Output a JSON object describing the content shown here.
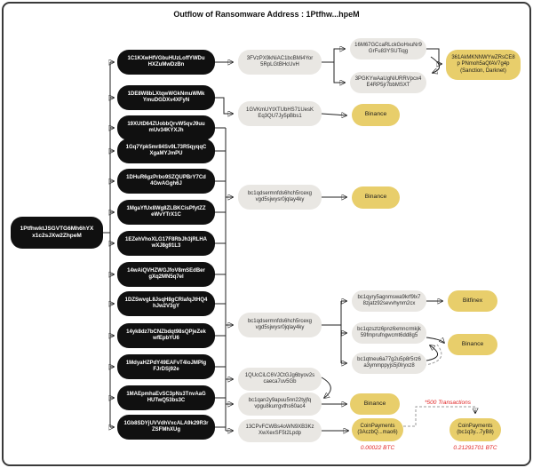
{
  "title": "Outflow of Ransomware Address : 1Ptfhw...hpeM",
  "colors": {
    "node_black": "#101010",
    "node_gray": "#e9e7e3",
    "node_yellow": "#e8ce6b",
    "alert_red": "#e02424"
  },
  "root": {
    "label": "1PtfhwktJSGVTG6Mh6hYX x1c2sJXw2ZhpeM"
  },
  "black_nodes": [
    {
      "label": "1C1KXwHfVGbuHUzLoffYWDu HXZuMwDzBn"
    },
    {
      "label": "1DE8W8bLXtqwWGkNmuWMk YmuDGDXv4XFyN"
    },
    {
      "label": "19XUtD64ZUobbQrvW5qvJ9uu mUv34KYXJh"
    },
    {
      "label": "1Gq7Ypk5mr84Sv9L73R5qyqqC XgaMYJmPU"
    },
    {
      "label": "1DHuR6gzPrbo9SZQUPBrY7Cd 4GwAGgh6J"
    },
    {
      "label": "1MgaYfUx8Wg8ZLBKCisPfytZZ eWvYTrX1C"
    },
    {
      "label": "1EZehVhoXLG17F8RbJh3jRLHA wXJ8g91L3"
    },
    {
      "label": "14wAiQVHZWGJfoV8mSEdBer gXq2MN5q7el"
    },
    {
      "label": "1DZSwvgL8JsqH8gCRlafqJtHQ4 hJw2V3gY"
    },
    {
      "label": "14yk8dz7bCNZbdqt98sQPjeZek wfEpbYU6"
    },
    {
      "label": "1MdyaHZPdY49EAFvT4loJMPlg FJrDSj92e"
    },
    {
      "label": "1MAEpmhaEvSC3pNs3TnvAaG HUTwQ53bs3C"
    },
    {
      "label": "1Gb8SDYjUVVdhVxcALA9k29R3r ZSFMhXUg"
    }
  ],
  "mid_nodes": [
    {
      "label": "3FVzPX9kNiAC1bcBMi4Yor 5RpLGtBHcUvH"
    },
    {
      "label": "1GVKmUYtXTUbHS71UesK Eq3QU7Jy5pBbs1"
    },
    {
      "label": "bc1qdsermnfds6hch5rcexg vgd5sjwysr0jqlay4ky"
    },
    {
      "label": "bc1qdsermnfds6hch5rcexg vgd5sjwysr0jqlay4ky"
    },
    {
      "label": "1QUcCiLC6VJCtGJg6byov2s caeca7uv5Gb"
    },
    {
      "label": "bc1qan2y9apuu5nn22tyjfq vpgu8kurrgvths60ac4"
    },
    {
      "label": "13CPvFCWBs4oWN9XB3Kz XwXexSF5t2Lpdp"
    }
  ],
  "right_nodes": [
    {
      "label": "16M67GCcaRLckGoHxuNr9 GrFu83YSUTiqg"
    },
    {
      "label": "3PGKYwAaUgNiURRVpcx4 E4RP5jr7bbMSXT"
    },
    {
      "label": "bc1qyry5agnmswa9krf9lx7 8zjatz92sevvhynm2cx"
    },
    {
      "label": "bc1qzsztz6pnz6xmncrmkjk 59fmprufngwcmt6dd8g5"
    },
    {
      "label": "bc1qtneu6a77g2u5p8r5rz6 a3ymmppyjs5j0lryxz8"
    }
  ],
  "exchange_nodes": [
    {
      "label": "361AkMKNNWYwZRsCE8p PNmoh5aQfAV7g4p (Sanction, Darknet)"
    },
    {
      "label": "Binance"
    },
    {
      "label": "Binance"
    },
    {
      "label": "Bitfinex"
    },
    {
      "label": "Binance"
    },
    {
      "label": "Binance"
    },
    {
      "label": "CoinPayments (3AczbQ...mao6)"
    },
    {
      "label": "CoinPayments (bc1q3y...7yB8)"
    }
  ],
  "annotations": {
    "transactions_label": "*500 Transactions",
    "amount_small": "0.00022 BTC",
    "amount_large": "0.21291701 BTC"
  }
}
